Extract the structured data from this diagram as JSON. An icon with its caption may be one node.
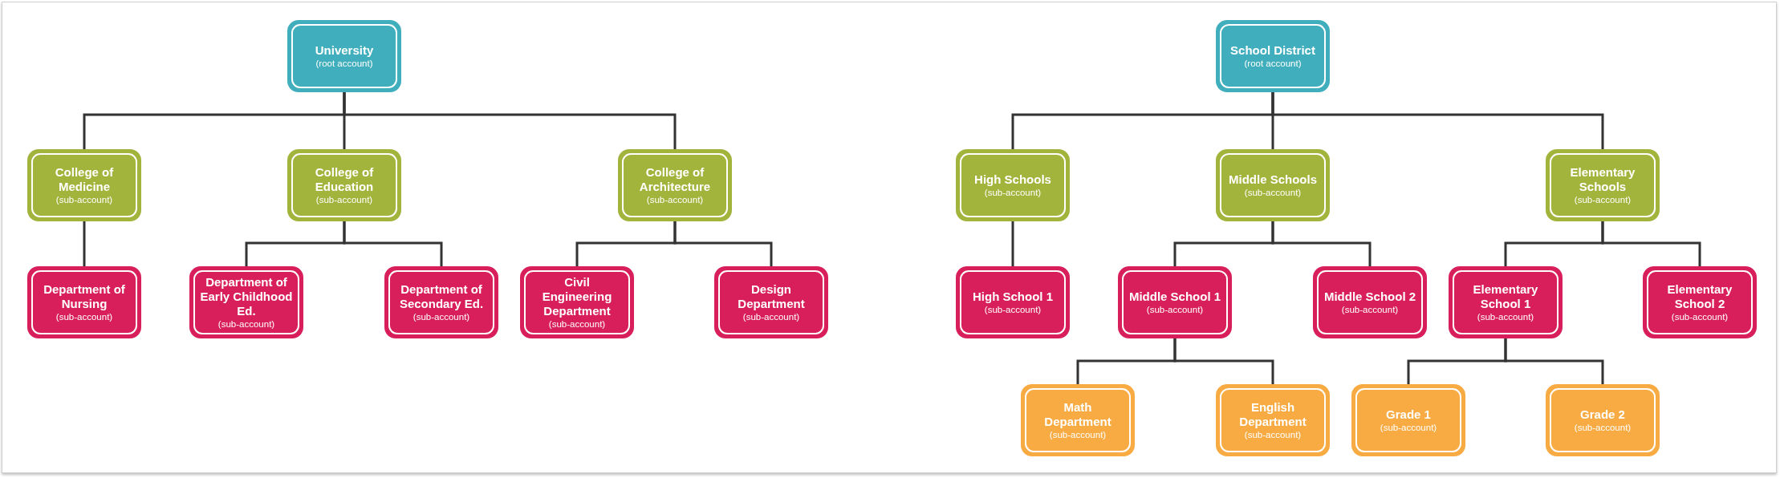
{
  "diagram": {
    "nodes": [
      {
        "text": [
          "University",
          "(root account)"
        ]
      },
      {
        "text": [
          "College of Medicine",
          "(sub-account)"
        ]
      },
      {
        "text": [
          "College of Education",
          "(sub-account)"
        ]
      },
      {
        "text": [
          "College of Architecture",
          "(sub-account)"
        ]
      },
      {
        "text": [
          "Department of Nursing",
          "(sub-account)"
        ]
      },
      {
        "text": [
          "Department of Early Childhood Ed.",
          "(sub-account)"
        ]
      },
      {
        "text": [
          "Department of Secondary Ed.",
          "(sub-account)"
        ]
      },
      {
        "text": [
          "Civil Engineering Department",
          "(sub-account)"
        ]
      },
      {
        "text": [
          "Design Department",
          "(sub-account)"
        ]
      },
      {
        "text": [
          "School District",
          "(root account)"
        ]
      },
      {
        "text": [
          "High Schools",
          "(sub-account)"
        ]
      },
      {
        "text": [
          "Middle Schools",
          "(sub-account)"
        ]
      },
      {
        "text": [
          "Elementary Schools",
          "(sub-account)"
        ]
      },
      {
        "text": [
          "High School 1",
          "(sub-account)"
        ]
      },
      {
        "text": [
          "Middle School 1",
          "(sub-account)"
        ]
      },
      {
        "text": [
          "Middle School 2",
          "(sub-account)"
        ]
      },
      {
        "text": [
          "Elementary School 1",
          "(sub-account)"
        ]
      },
      {
        "text": [
          "Elementary School 2",
          "(sub-account)"
        ]
      },
      {
        "text": [
          "Math Department",
          "(sub-account)"
        ]
      },
      {
        "text": [
          "English Department",
          "(sub-account)"
        ]
      },
      {
        "text": [
          "Grade 1",
          "(sub-account)"
        ]
      },
      {
        "text": [
          "Grade 2",
          "(sub-account)"
        ]
      }
    ],
    "edges": [
      {
        "from": 0,
        "to": 1,
        "arrow": "none"
      },
      {
        "from": 0,
        "to": 2,
        "arrow": "none"
      },
      {
        "from": 0,
        "to": 3,
        "arrow": "none"
      },
      {
        "from": 1,
        "to": 4,
        "arrow": "none"
      },
      {
        "from": 2,
        "to": 5,
        "arrow": "none"
      },
      {
        "from": 2,
        "to": 6,
        "arrow": "none"
      },
      {
        "from": 3,
        "to": 7,
        "arrow": "none"
      },
      {
        "from": 3,
        "to": 8,
        "arrow": "none"
      },
      {
        "from": 9,
        "to": 10,
        "arrow": "none"
      },
      {
        "from": 9,
        "to": 11,
        "arrow": "none"
      },
      {
        "from": 9,
        "to": 12,
        "arrow": "none"
      },
      {
        "from": 10,
        "to": 13,
        "arrow": "none"
      },
      {
        "from": 11,
        "to": 14,
        "arrow": "none"
      },
      {
        "from": 11,
        "to": 15,
        "arrow": "none"
      },
      {
        "from": 12,
        "to": 16,
        "arrow": "none"
      },
      {
        "from": 12,
        "to": 17,
        "arrow": "none"
      },
      {
        "from": 14,
        "to": 18,
        "arrow": "none"
      },
      {
        "from": 14,
        "to": 19,
        "arrow": "none"
      },
      {
        "from": 16,
        "to": 20,
        "arrow": "none"
      },
      {
        "from": 16,
        "to": 21,
        "arrow": "none"
      }
    ]
  }
}
